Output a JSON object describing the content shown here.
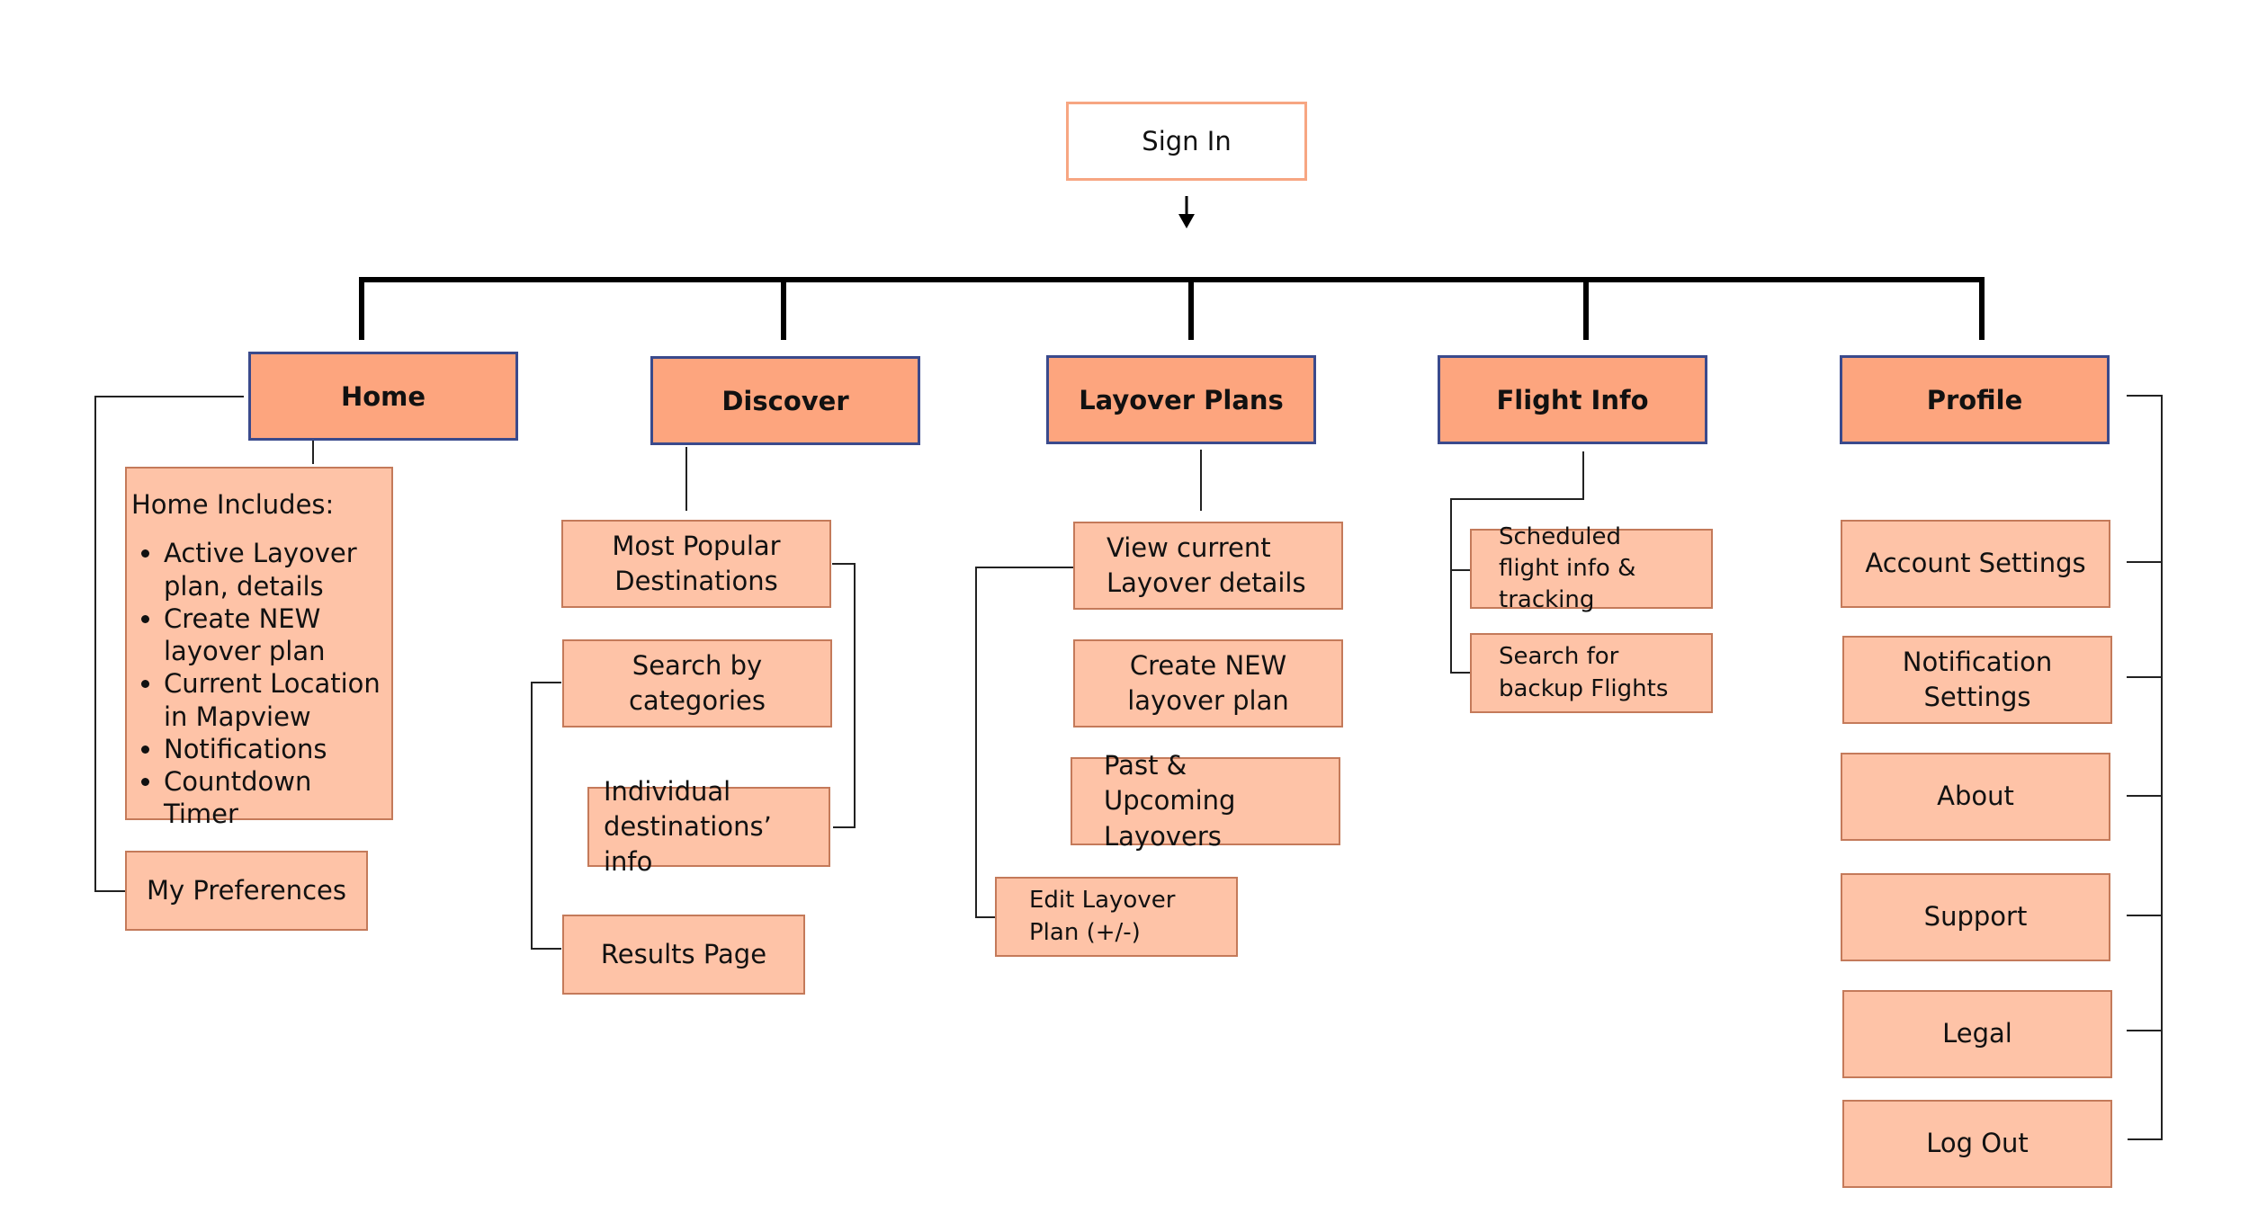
{
  "root": "Sign In",
  "categories": {
    "home": "Home",
    "discover": "Discover",
    "layover": "Layover Plans",
    "flight": "Flight Info",
    "profile": "Profile"
  },
  "home": {
    "heading": "Home Includes:",
    "items": [
      "Active Layover plan, details",
      "Create NEW layover plan",
      "Current Location in Mapview",
      "Notifications",
      "Countdown Timer"
    ],
    "preferences": "My Preferences"
  },
  "discover": {
    "items": [
      "Most Popular Destinations",
      "Search by categories",
      "Individual destinations’ info",
      "Results Page"
    ]
  },
  "layover": {
    "items": [
      "View current Layover details",
      "Create NEW layover plan",
      "Past & Upcoming Layovers",
      "Edit Layover Plan (+/-)"
    ]
  },
  "flight": {
    "items": [
      "Scheduled flight info & tracking",
      "Search for backup Flights"
    ]
  },
  "profile": {
    "items": [
      "Account Settings",
      "Notification Settings",
      "About",
      "Support",
      "Legal",
      "Log Out"
    ]
  }
}
